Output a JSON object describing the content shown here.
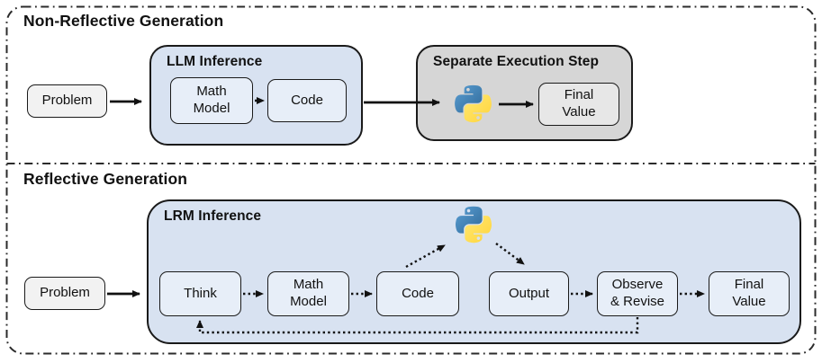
{
  "figure": {
    "type": "workflow-diagram",
    "top_panel": {
      "title": "Non-Reflective Generation",
      "problem": "Problem",
      "llm": {
        "title": "LLM Inference",
        "math_model": "Math\nModel",
        "code": "Code"
      },
      "execution": {
        "title": "Separate Execution Step",
        "python_icon": "python-logo",
        "final_value": "Final\nValue"
      },
      "arrows": [
        "problem→llm (solid)",
        "math-model→code (dotted)",
        "llm→python (solid)",
        "python→final-value (solid)"
      ]
    },
    "bottom_panel": {
      "title": "Reflective Generation",
      "problem": "Problem",
      "lrm": {
        "title": "LRM Inference",
        "think": "Think",
        "math_model": "Math\nModel",
        "code": "Code",
        "output": "Output",
        "observe_revise": "Observe\n& Revise",
        "final_value": "Final\nValue",
        "python_icon": "python-logo"
      },
      "arrows": [
        "problem→lrm (solid)",
        "think→math-model (dotted)",
        "math-model→code (dotted)",
        "code→python (dotted)",
        "python→output (dotted)",
        "output→observe-revise (dotted)",
        "observe-revise→final-value (dotted)",
        "observe-revise→think feedback loop (dotted)"
      ]
    },
    "colors": {
      "blue_container": "#d8e2f1",
      "blue_box": "#e7eef8",
      "gray_container": "#d6d6d6",
      "gray_box": "#e7e7e7",
      "neutral_box": "#f2f2f2",
      "outline": "#1a1a1a",
      "frame": "#2b2b2b",
      "python_blue": "#306998",
      "python_yellow": "#ffd43b"
    }
  }
}
